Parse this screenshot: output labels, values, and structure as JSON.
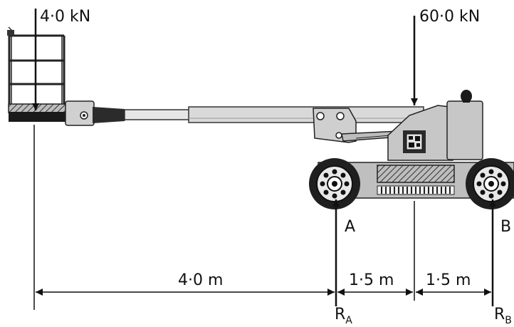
{
  "loads": {
    "platform_load": "4·0 kN",
    "machine_load": "60·0 kN"
  },
  "supports": {
    "a_label": "A",
    "b_label": "B",
    "reaction_a": {
      "base": "R",
      "sub": "A"
    },
    "reaction_b": {
      "base": "R",
      "sub": "B"
    }
  },
  "dimensions": {
    "span_1": "4·0 m",
    "span_2": "1·5 m",
    "span_3": "1·5 m"
  },
  "colors": {
    "body_gray": "#c9c9c9",
    "dark_gray": "#3a3a3a",
    "boom_gray": "#d6d6d6",
    "line": "#111111"
  }
}
